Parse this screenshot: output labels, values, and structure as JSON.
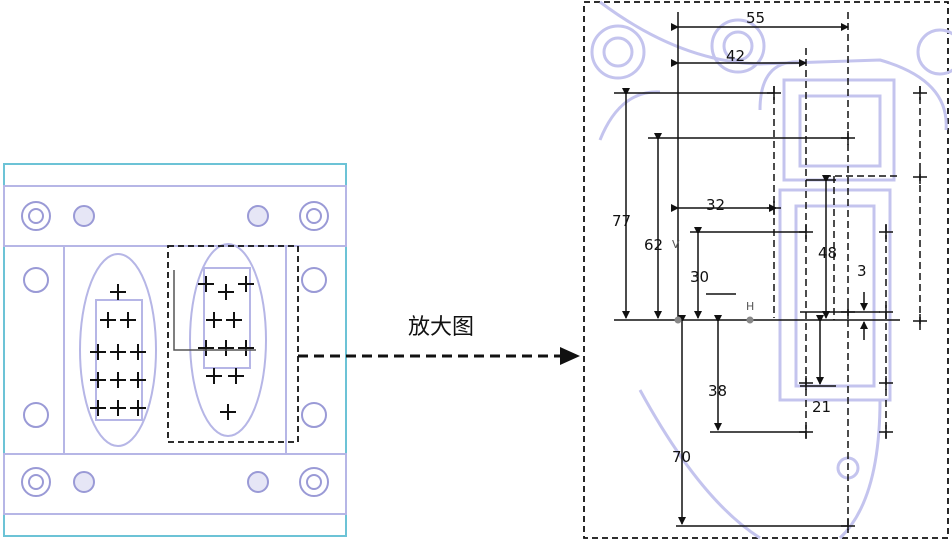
{
  "caption": "放大图",
  "axes": {
    "vertical": "V",
    "horizontal": "H"
  },
  "dimensions": {
    "d55": "55",
    "d42": "42",
    "d77": "77",
    "d62": "62",
    "d32": "32",
    "d30": "30",
    "d48": "48",
    "d3": "3",
    "d38": "38",
    "d21": "21",
    "d70": "70"
  },
  "colors": {
    "mold_outline": "#b6b6e6",
    "frame_outline": "#6cc3d6",
    "dim_line": "#111111",
    "dash_line": "#111111"
  }
}
